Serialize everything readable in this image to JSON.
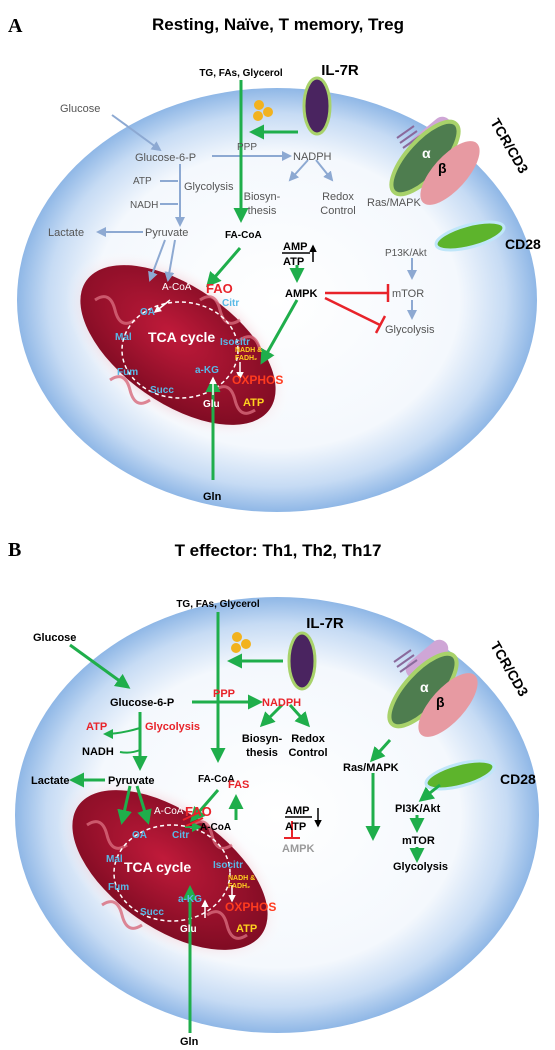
{
  "panel_a": {
    "letter": "A",
    "title": "Resting, Naïve, T memory, Treg",
    "tg": "TG, FAs, Glycerol",
    "il7r": "IL-7R",
    "tcr": "TCR/CD3",
    "alpha": "α",
    "beta": "β",
    "cd28": "CD28",
    "glucose": "Glucose",
    "g6p": "Glucose-6-P",
    "ppp": "PPP",
    "nadph": "NADPH",
    "atp_small": "ATP",
    "glycolysis": "Glycolysis",
    "nadh": "NADH",
    "biosyn1": "Biosyn-",
    "biosyn2": "thesis",
    "redox1": "Redox",
    "redox2": "Control",
    "rasmapk": "Ras/MAPK",
    "lactate": "Lactate",
    "pyruvate": "Pyruvate",
    "facoa": "FA-CoA",
    "amp": "AMP",
    "atp_ratio": "ATP",
    "ampk": "AMPK",
    "pi3k": "P13K/Akt",
    "mtor": "mTOR",
    "glycolysis2": "Glycolysis",
    "acoa": "A-CoA",
    "fao": "FAO",
    "oa": "OA",
    "citr": "Citr",
    "mal": "Mal",
    "tca": "TCA cycle",
    "isocitr": "Isocitr",
    "fum": "Fum",
    "akg": "a-KG",
    "succ": "Succ",
    "nadh_fadh1": "NADH &",
    "nadh_fadh2": "FADH₂",
    "oxphos": "OXPHOS",
    "atp_out": "ATP",
    "glu": "Glu",
    "gln": "Gln"
  },
  "panel_b": {
    "letter": "B",
    "title": "T effector: Th1, Th2, Th17",
    "tg": "TG, FAs, Glycerol",
    "il7r": "IL-7R",
    "tcr": "TCR/CD3",
    "alpha": "α",
    "beta": "β",
    "cd28": "CD28",
    "glucose": "Glucose",
    "g6p": "Glucose-6-P",
    "ppp": "PPP",
    "nadph": "NADPH",
    "atp_small": "ATP",
    "glycolysis": "Glycolysis",
    "nadh": "NADH",
    "biosyn1": "Biosyn-",
    "biosyn2": "thesis",
    "redox1": "Redox",
    "redox2": "Control",
    "lactate": "Lactate",
    "pyruvate": "Pyruvate",
    "facoa": "FA-CoA",
    "fas": "FAS",
    "amp": "AMP",
    "atp_ratio": "ATP",
    "ampk": "AMPK",
    "rasmapk": "Ras/MAPK",
    "pi3k": "PI3K/Akt",
    "mtor": "mTOR",
    "glycolysis2": "Glycolysis",
    "acoa": "A-CoA",
    "acoa_out": "A-CoA",
    "fao": "FAO",
    "oa": "OA",
    "citr": "Citr",
    "mal": "Mal",
    "tca": "TCA cycle",
    "isocitr": "Isocitr",
    "fum": "Fum",
    "akg": "a-KG",
    "succ": "Succ",
    "nadh_fadh1": "NADH &",
    "nadh_fadh2": "FADH₂",
    "oxphos": "OXPHOS",
    "atp_out": "ATP",
    "glu": "Glu",
    "gln": "Gln"
  },
  "colors": {
    "green_arrow": "#1fae4b",
    "red_inhibit": "#e8232a",
    "blue_arrow": "#8da9d2",
    "mito_red": "#a8142c",
    "cell_blue": "#9cc2ec",
    "tca_label": "#59b8e6",
    "oxphos": "#ff3b1f",
    "atp_yellow": "#ffd21f"
  },
  "icons": [
    "il7r-receptor-icon",
    "tcr-cd3-receptor-icon",
    "cd28-receptor-icon",
    "mitochondrion-icon",
    "cytokine-dots-icon"
  ]
}
